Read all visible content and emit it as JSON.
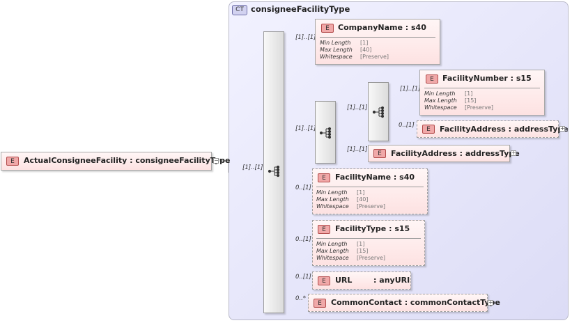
{
  "complex_type": {
    "badge": "CT",
    "name": "consigneeFacilityType"
  },
  "root": {
    "badge": "E",
    "label": "ActualConsigneeFacility : consigneeFacilityType",
    "expander": "−"
  },
  "outer_sequence": {
    "cardinality": "[1]..[1]"
  },
  "elements": [
    {
      "badge": "E",
      "label": "CompanyName : s40",
      "card": "[1]..[1]",
      "facets": [
        {
          "k": "Min Length",
          "v": "[1]"
        },
        {
          "k": "Max Length",
          "v": "[40]"
        },
        {
          "k": "Whitespace",
          "v": "[Preserve]"
        }
      ]
    },
    {
      "badge": "E",
      "label": "FacilityNumber : s15",
      "card": "[1]..[1]",
      "facets": [
        {
          "k": "Min Length",
          "v": "[1]"
        },
        {
          "k": "Max Length",
          "v": "[15]"
        },
        {
          "k": "Whitespace",
          "v": "[Preserve]"
        }
      ]
    },
    {
      "badge": "E",
      "label": "FacilityAddress : addressType",
      "card": "0..[1]",
      "expander": "+"
    },
    {
      "badge": "E",
      "label": "FacilityAddress : addressType",
      "card": "[1]..[1]",
      "expander": "+"
    },
    {
      "badge": "E",
      "label": "FacilityName : s40",
      "card": "0..[1]",
      "facets": [
        {
          "k": "Min Length",
          "v": "[1]"
        },
        {
          "k": "Max Length",
          "v": "[40]"
        },
        {
          "k": "Whitespace",
          "v": "[Preserve]"
        }
      ]
    },
    {
      "badge": "E",
      "label": "FacilityType : s15",
      "card": "0..[1]",
      "facets": [
        {
          "k": "Min Length",
          "v": "[1]"
        },
        {
          "k": "Max Length",
          "v": "[15]"
        },
        {
          "k": "Whitespace",
          "v": "[Preserve]"
        }
      ]
    },
    {
      "badge": "E",
      "label": "URL        : anyURI",
      "card": "0..[1]"
    },
    {
      "badge": "E",
      "label": "CommonContact : commonContactType",
      "card": "0..*",
      "expander": "+"
    }
  ],
  "choice_group": {
    "card": "[1]..[1]"
  },
  "inner_sequence": {
    "card": "[1]..[1]"
  }
}
